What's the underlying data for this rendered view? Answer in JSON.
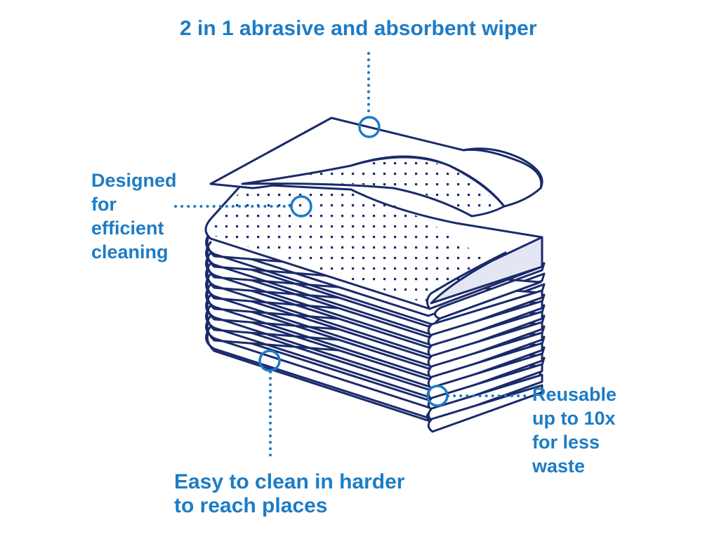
{
  "colors": {
    "outline": "#1a2a6b",
    "callout": "#1d7cc5",
    "underside": "#e4e7f3",
    "background": "#ffffff"
  },
  "callouts": {
    "top": {
      "lines": [
        "2 in 1 abrasive and absorbent wiper"
      ]
    },
    "left": {
      "lines": [
        "Designed",
        "for",
        "efficient",
        "cleaning"
      ]
    },
    "right": {
      "lines": [
        "Reusable",
        "up to 10x",
        "for less",
        "waste"
      ]
    },
    "bottom": {
      "lines": [
        "Easy to clean in harder",
        "to reach places"
      ]
    }
  }
}
